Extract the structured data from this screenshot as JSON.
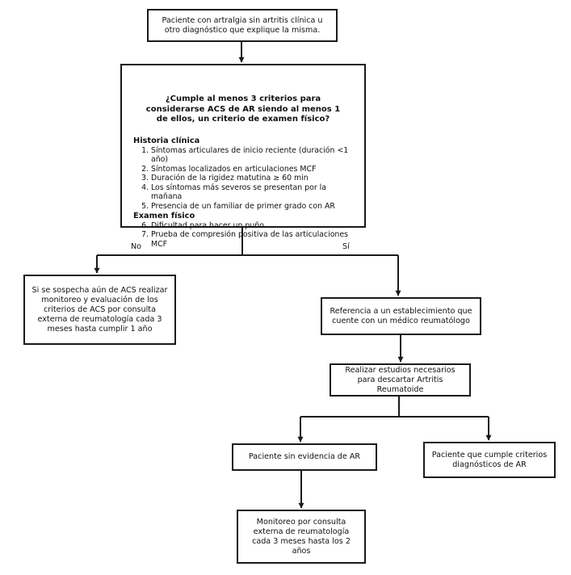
{
  "nodes": {
    "start": "Paciente con artralgia sin artritis clínica u otro diagnóstico que explique la misma.",
    "criteria": {
      "question": "¿Cumple al menos 3 criterios para considerarse ACS de AR siendo al menos 1 de ellos, un criterio de examen físico?",
      "history_heading": "Historia clínica",
      "history_items": [
        "Síntomas articulares de inicio reciente (duración <1 año)",
        "Síntomas localizados en articulaciones MCF",
        "Duración de la rigidez matutina ≥ 60 min",
        "Los síntomas más severos se presentan por la mañana",
        "Presencia de un familiar de primer grado con AR"
      ],
      "exam_heading": "Examen físico",
      "exam_items": [
        "Dificultad para hacer un puño",
        "Prueba de compresión positiva de las articulaciones MCF"
      ]
    },
    "no_branch": "Si se sospecha aún de ACS realizar monitoreo y evaluación de los criterios de ACS por consulta externa de reumatología cada 3 meses hasta cumplir 1 año",
    "referral": "Referencia a un establecimiento que cuente con un médico reumatólogo",
    "studies": "Realizar estudios necesarios para descartar Artritis Reumatoide",
    "no_evidence": "Paciente sin evidencia de AR",
    "meets_criteria": "Paciente que cumple criterios diagnósticos de AR",
    "monitoring": "Monitoreo por consulta externa de reumatología cada 3 meses hasta los 2 años"
  },
  "labels": {
    "no": "No",
    "yes": "Sí"
  }
}
